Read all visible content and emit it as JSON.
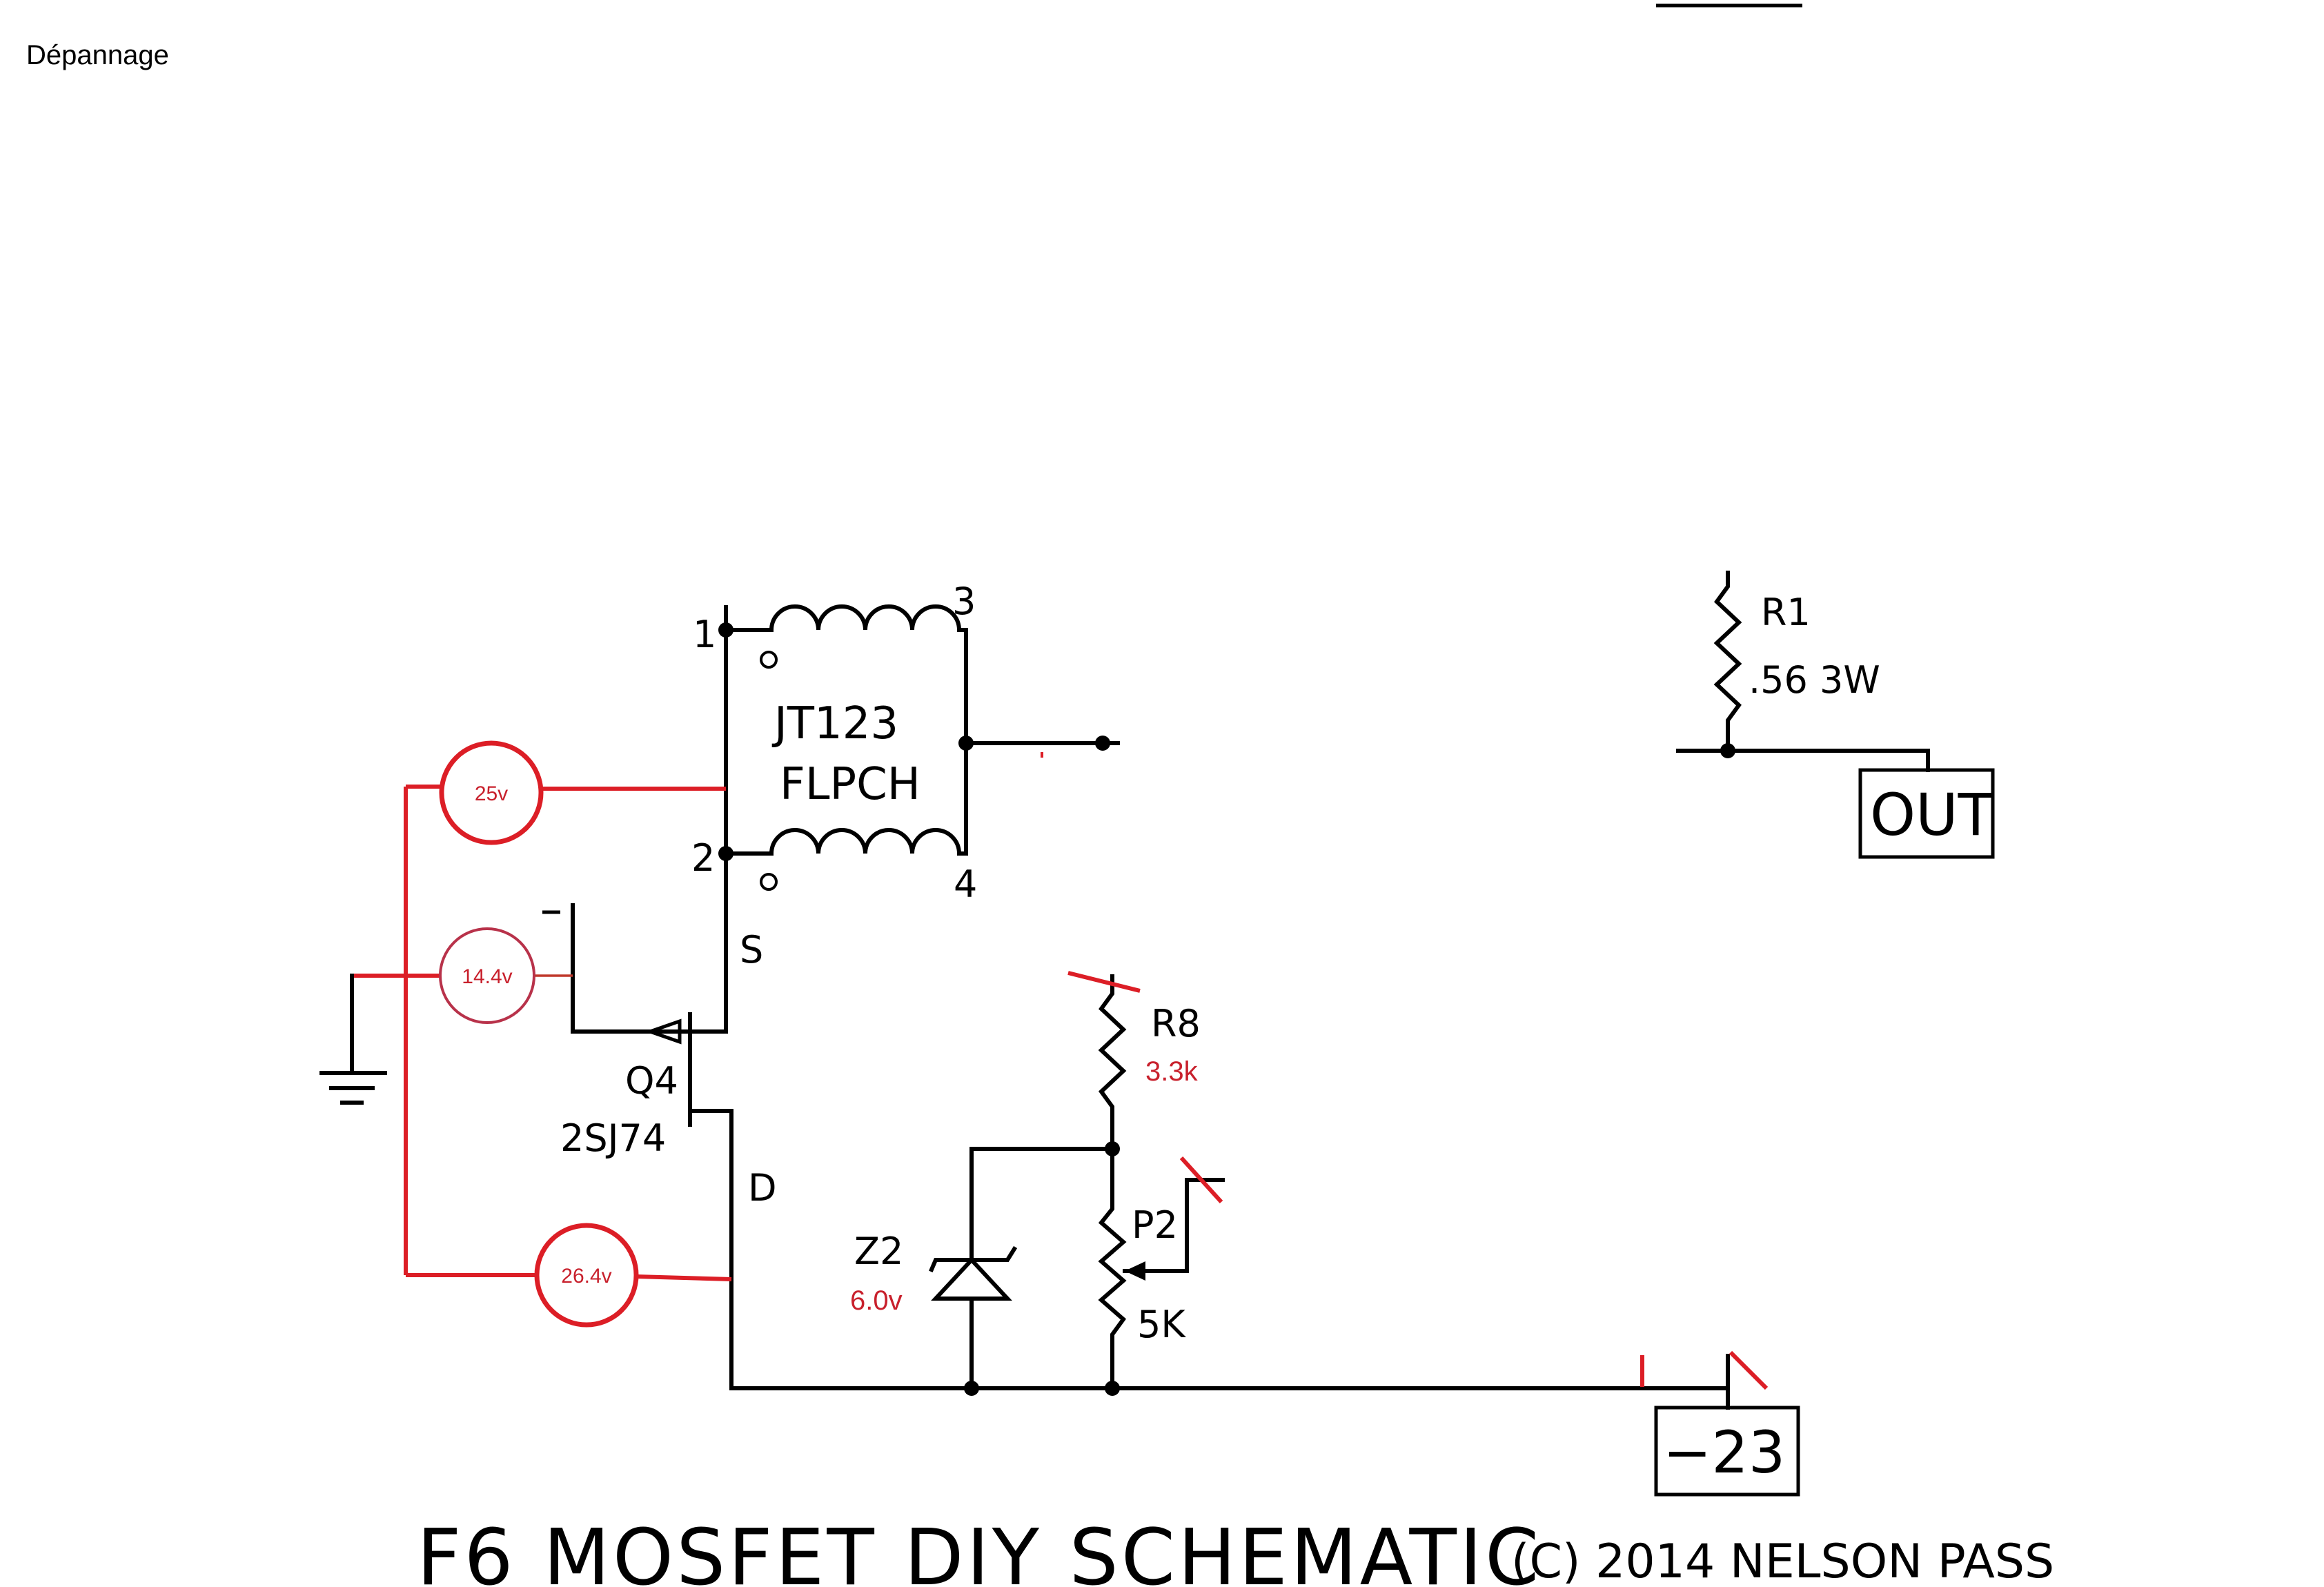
{
  "page": {
    "label": "Dépannage"
  },
  "transformer": {
    "name": "JT123",
    "type": "FLPCH",
    "pins": [
      "1",
      "2",
      "3",
      "4"
    ]
  },
  "mosfet": {
    "ref": "Q4",
    "part": "2SJ74",
    "source": "S",
    "drain": "D"
  },
  "resistor_r8": {
    "ref": "R8",
    "value": "3.3k"
  },
  "pot_p2": {
    "ref": "P2",
    "value": "5K"
  },
  "zener_z2": {
    "ref": "Z2",
    "value": "6.0v"
  },
  "resistor_r1": {
    "ref": "R1",
    "value": ".56 3W"
  },
  "terminals": {
    "out": "OUT",
    "neg_rail": "−23"
  },
  "meters": [
    {
      "reading": "25v"
    },
    {
      "reading": "14.4v"
    },
    {
      "reading": "26.4v"
    }
  ],
  "footer": {
    "title": "F6 MOSFET DIY SCHEMATIC",
    "credit": "(C) 2014 NELSON PASS"
  },
  "colors": {
    "measurement": "#dc1e26",
    "wire": "#000000",
    "background": "#ffffff"
  }
}
